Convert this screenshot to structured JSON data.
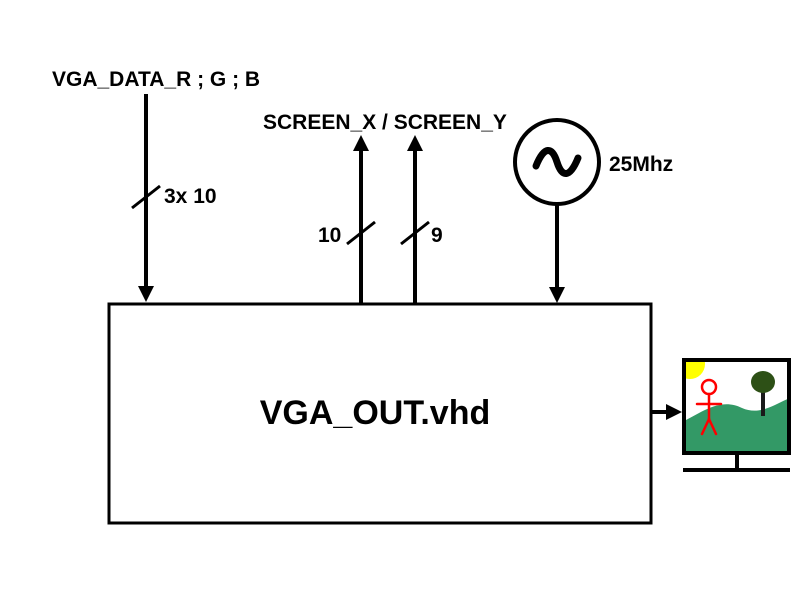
{
  "inputs": {
    "vga_data_label": "VGA_DATA_R ; G ; B",
    "vga_data_width": "3x 10"
  },
  "outputs": {
    "screen_label": "SCREEN_X / SCREEN_Y",
    "screen_x_width": "10",
    "screen_y_width": "9"
  },
  "clock": {
    "symbol": "~",
    "frequency_label": "25Mhz"
  },
  "module": {
    "name": "VGA_OUT.vhd"
  },
  "monitor": {
    "icon": "monitor-icon",
    "scene": [
      "sun",
      "stick-figure",
      "tree",
      "green-hill"
    ]
  },
  "colors": {
    "stroke": "#000000",
    "sun": "#ffff00",
    "figure": "#ff0000",
    "hill": "#339966",
    "tree_crown": "#2d5016",
    "tree_trunk": "#1a1a1a"
  }
}
